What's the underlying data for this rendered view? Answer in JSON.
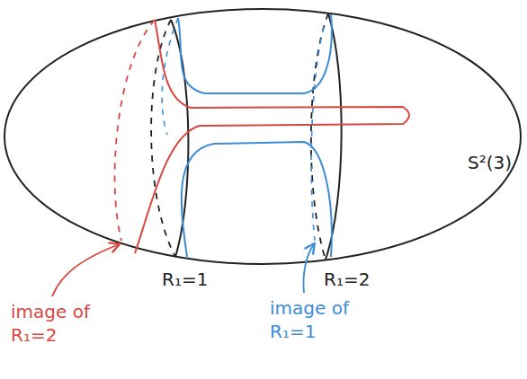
{
  "diagram": {
    "labels": [
      "S²(3)",
      "R₁=1",
      "R₁=2",
      "image of R₁=2",
      "image of R₁=1"
    ]
  }
}
